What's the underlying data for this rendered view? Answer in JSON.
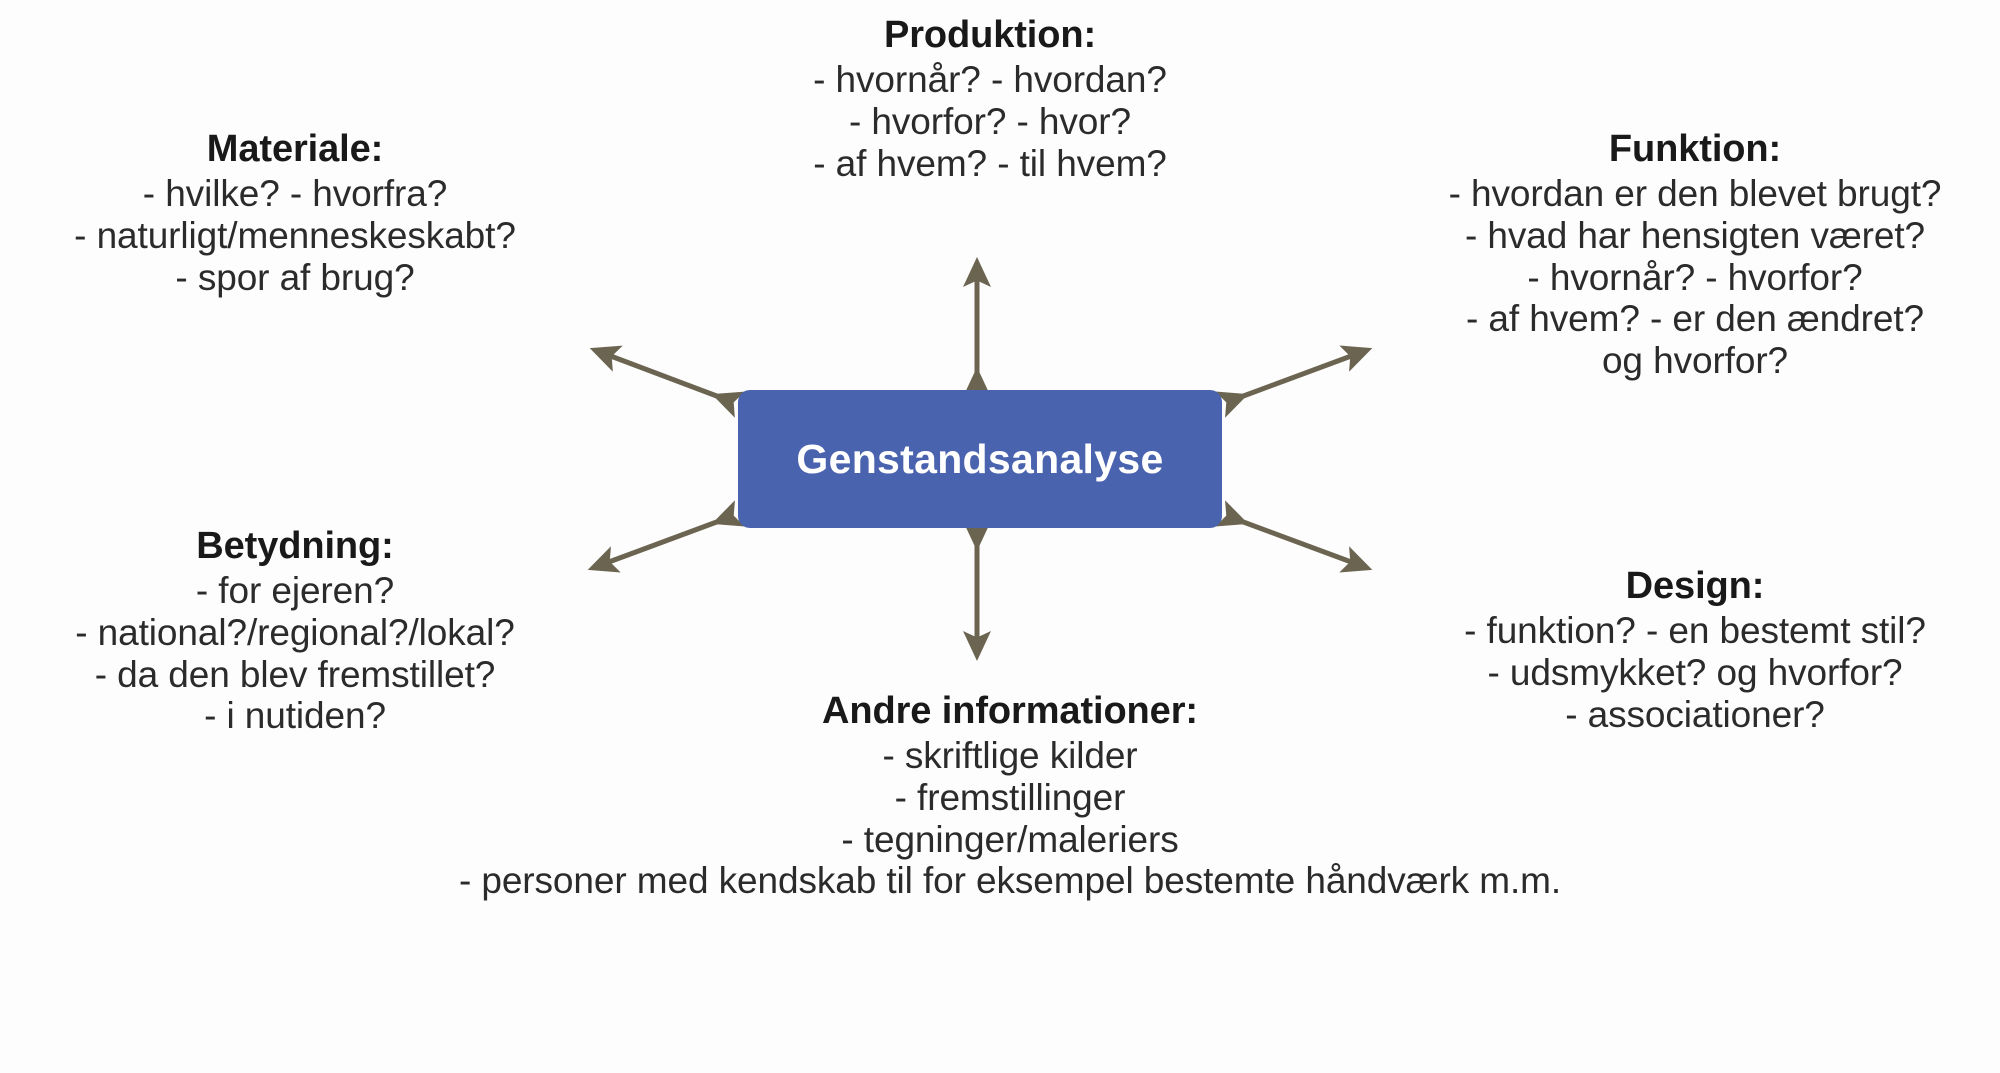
{
  "diagram": {
    "title": "Genstandsanalyse",
    "center": {
      "label": "Genstandsanalyse",
      "fill_color": "#4A63AE",
      "text_color": "#FFFFFF"
    },
    "arrow_color": "#6B6450",
    "text_color": "#231F20",
    "background_color": "#FDFDFD",
    "nodes": [
      {
        "id": "produktion",
        "title": "Produktion:",
        "lines": [
          "- hvornår? - hvordan?",
          "- hvorfor? - hvor?",
          "- af hvem? - til hvem?"
        ]
      },
      {
        "id": "materiale",
        "title": "Materiale:",
        "lines": [
          "- hvilke? - hvorfra?",
          "- naturligt/menneskeskabt?",
          "- spor af brug?"
        ]
      },
      {
        "id": "funktion",
        "title": "Funktion:",
        "lines": [
          "- hvordan er den blevet brugt?",
          "- hvad har hensigten været?",
          "- hvornår? - hvorfor?",
          "- af hvem? - er den ændret?",
          "og hvorfor?"
        ]
      },
      {
        "id": "betydning",
        "title": "Betydning:",
        "lines": [
          "- for ejeren?",
          "- national?/regional?/lokal?",
          "- da den blev fremstillet?",
          "- i nutiden?"
        ]
      },
      {
        "id": "design",
        "title": "Design:",
        "lines": [
          "- funktion? - en bestemt stil?",
          "- udsmykket? og hvorfor?",
          "- associationer?"
        ]
      },
      {
        "id": "andre",
        "title": "Andre informationer:",
        "lines": [
          "- skriftlige kilder",
          "- fremstillinger",
          "- tegninger/maleriers",
          "- personer med kendskab til for eksempel bestemte håndværk m.m."
        ]
      }
    ]
  }
}
